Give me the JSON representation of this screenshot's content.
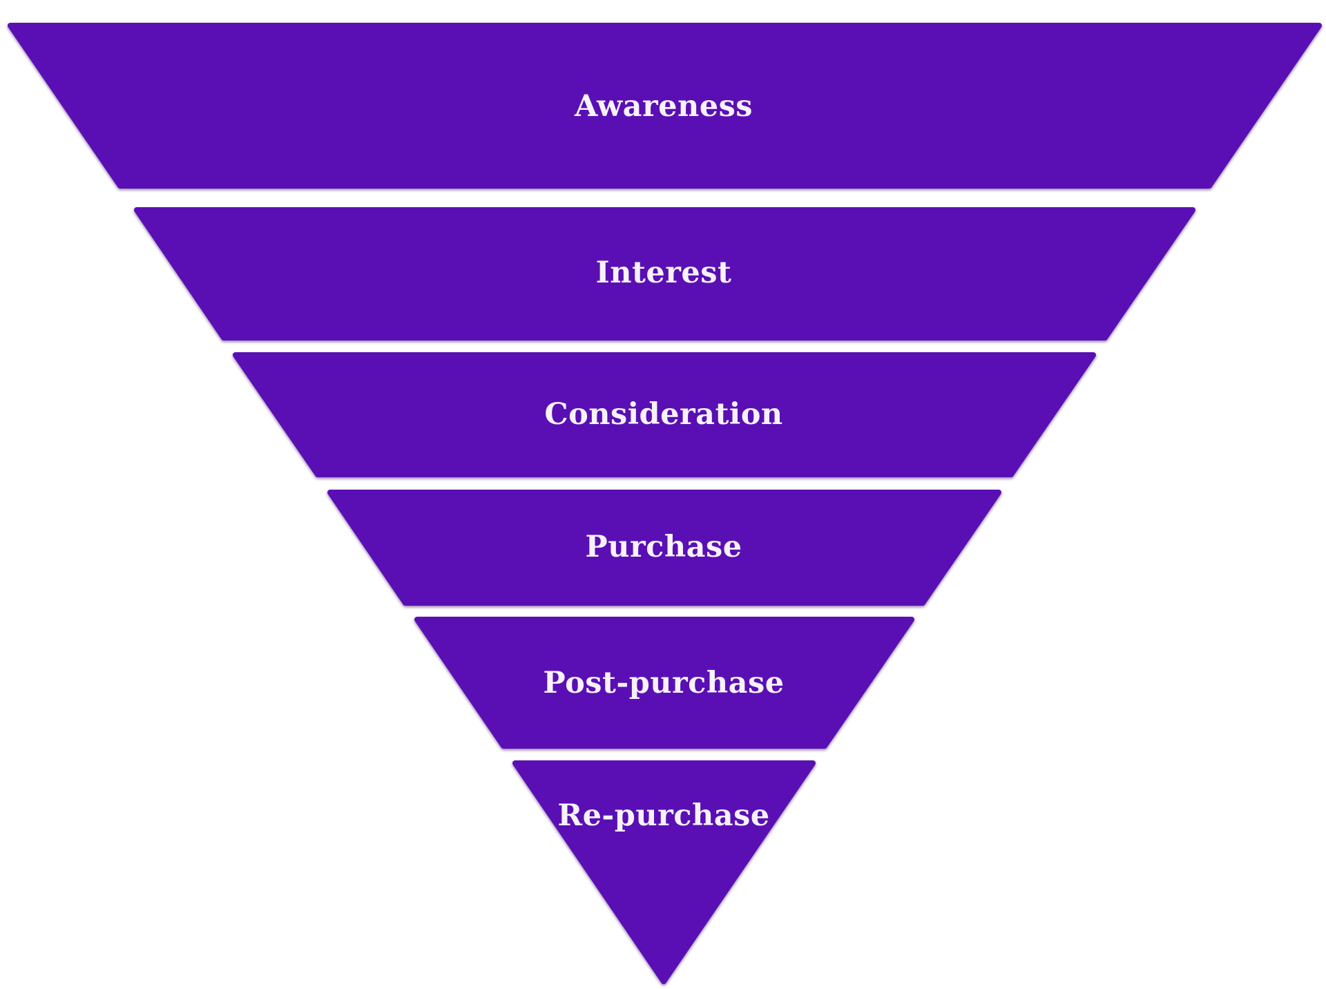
{
  "diagram": {
    "type": "funnel",
    "orientation": "inverted-pyramid",
    "stage_count": 6,
    "stages": [
      {
        "label": "Awareness"
      },
      {
        "label": "Interest"
      },
      {
        "label": "Consideration"
      },
      {
        "label": "Purchase"
      },
      {
        "label": "Post-purchase"
      },
      {
        "label": "Re-purchase"
      }
    ],
    "colors": {
      "band": "#5A0FB4",
      "label": "#F6F2FA",
      "background": "#FFFFFF"
    }
  }
}
